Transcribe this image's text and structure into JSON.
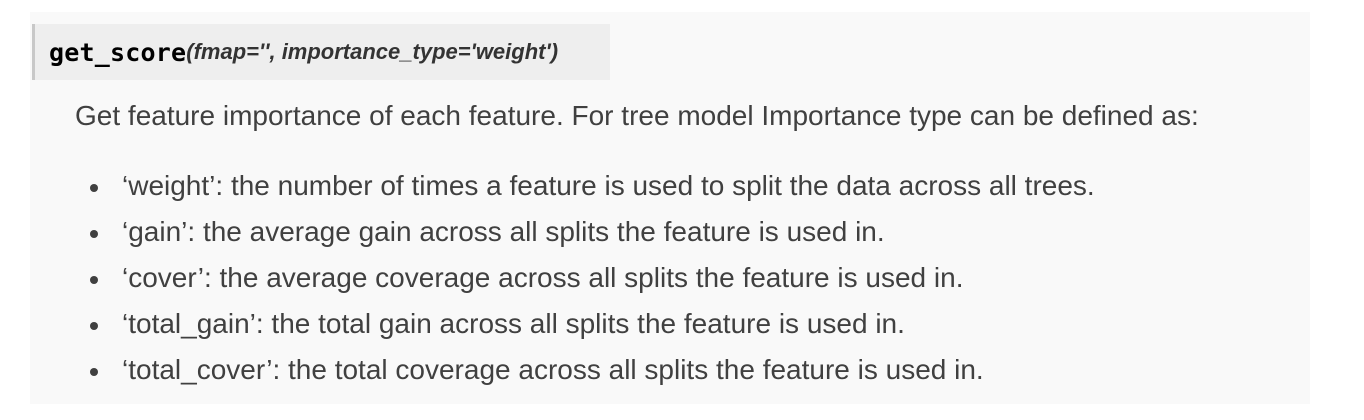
{
  "signature": {
    "function_name": "get_score",
    "params": "(fmap='', importance_type='weight')"
  },
  "description": "Get feature importance of each feature. For tree model Importance type can be defined as:",
  "importance_types": [
    "‘weight’: the number of times a feature is used to split the data across all trees.",
    "‘gain’: the average gain across all splits the feature is used in.",
    "‘cover’: the average coverage across all splits the feature is used in.",
    "‘total_gain’: the total gain across all splits the feature is used in.",
    "‘total_cover’: the total coverage across all splits the feature is used in."
  ]
}
